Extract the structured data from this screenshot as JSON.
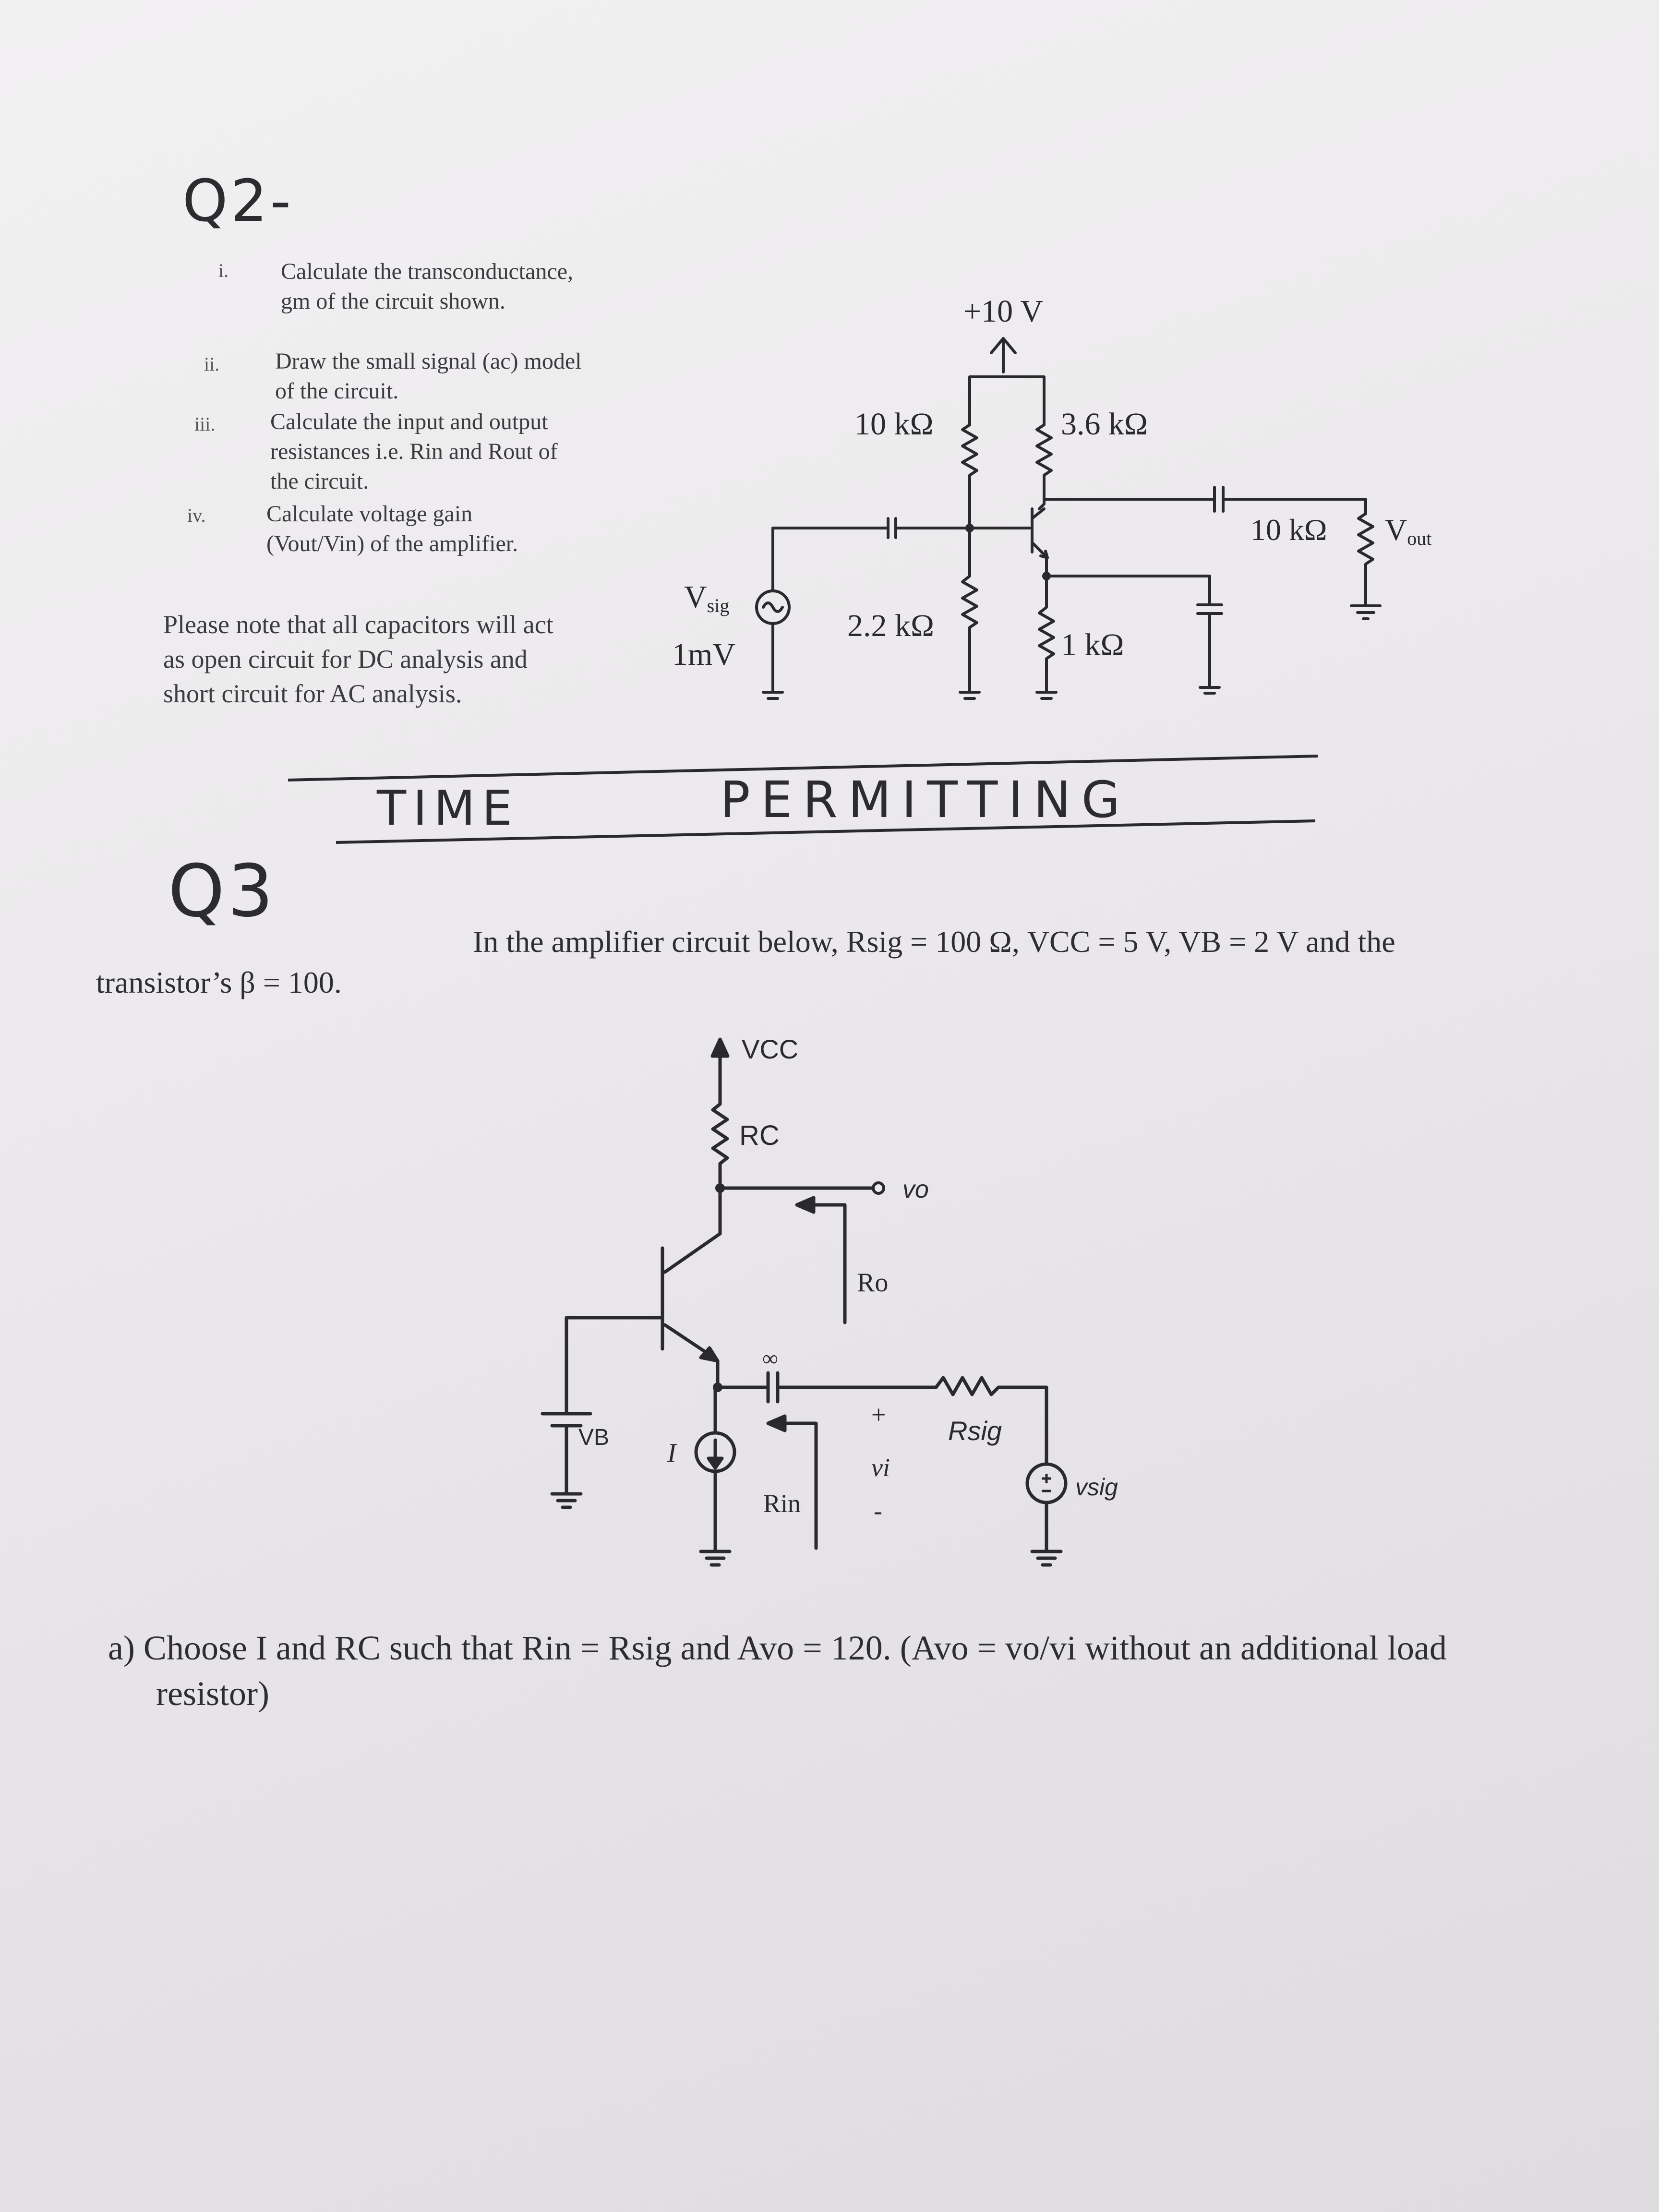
{
  "q2": {
    "heading": "Q2-",
    "items": [
      {
        "num": "i.",
        "text": "Calculate the transconductance, gm of the circuit shown."
      },
      {
        "num": "ii.",
        "text": "Draw the small signal (ac) model of the circuit."
      },
      {
        "num": "iii.",
        "text": "Calculate the input and output resistances i.e. Rin and Rout of the circuit."
      },
      {
        "num": "iv.",
        "text": "Calculate voltage gain (Vout/Vin) of the amplifier."
      }
    ],
    "note": "Please note that all capacitors will act as open circuit for DC analysis and short circuit for AC analysis.",
    "circuit": {
      "supply": "+10 V",
      "r_top_base": "10 kΩ",
      "r_collector": "3.6 kΩ",
      "r_bottom_base": "2.2 kΩ",
      "r_emitter": "1 kΩ",
      "r_load": "10 kΩ",
      "source_label": "V",
      "source_sub": "sig",
      "source_value": "1mV",
      "output_label": "V",
      "output_sub": "out"
    }
  },
  "divider": {
    "left": "TIME",
    "right": "PERMITTING"
  },
  "q3": {
    "heading": "Q3",
    "statement_1": "In the amplifier circuit below, Rsig = 100 Ω, VCC = 5 V, VB = 2 V and the",
    "statement_2": "transistor’s β = 100.",
    "circuit": {
      "vcc": "VCC",
      "rc": "RC",
      "vo": "vo",
      "ro": "Ro",
      "cap": "∞",
      "vb": "VB",
      "i": "I",
      "rin": "Rin",
      "plus": "+",
      "vi": "vi",
      "minus": "-",
      "rsig": "Rsig",
      "vsig": "vsig"
    },
    "part_a_1": "a)  Choose I and RC such that Rin = Rsig and Avo = 120. (Avo = vo/vi without an additional load",
    "part_a_2": "resistor)"
  }
}
